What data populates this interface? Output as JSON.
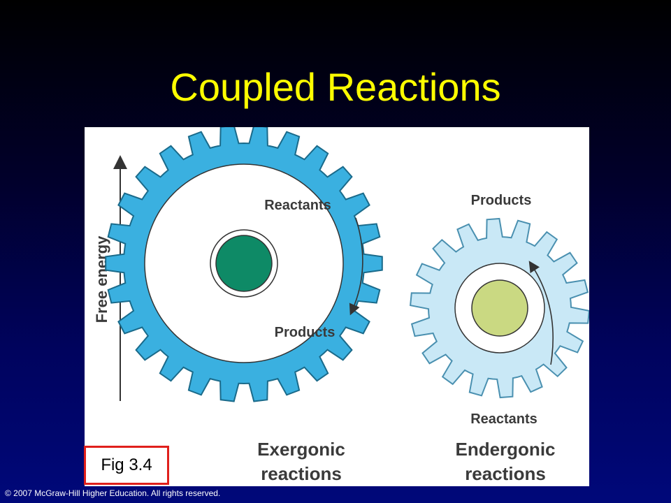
{
  "slide": {
    "title": "Coupled Reactions",
    "copyright": "© 2007 McGraw-Hill Higher Education. All rights reserved."
  },
  "figure": {
    "axis_label": "Free energy",
    "fig_label": "Fig 3.4",
    "large_gear": {
      "top_label": "Reactants",
      "bottom_label": "Products",
      "caption_line1": "Exergonic",
      "caption_line2": "reactions",
      "teeth": 26,
      "color": "#3ab0e0",
      "hub_color": "#0e8a66"
    },
    "small_gear": {
      "top_label": "Products",
      "bottom_label": "Reactants",
      "caption_line1": "Endergonic",
      "caption_line2": "reactions",
      "teeth": 18,
      "color": "#c9e8f6",
      "hub_color": "#cad982"
    }
  }
}
